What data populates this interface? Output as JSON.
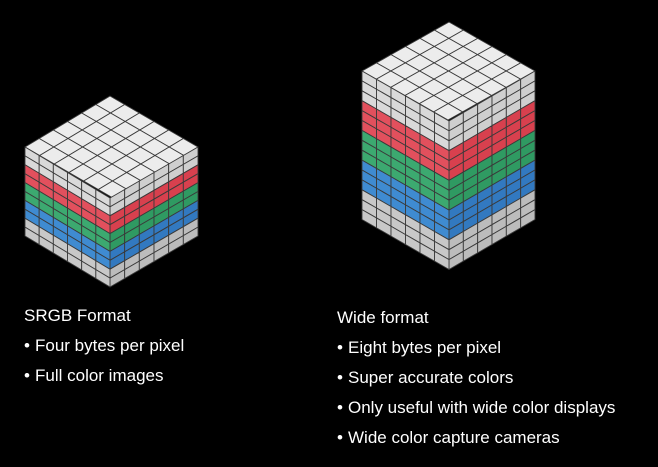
{
  "background": "#000000",
  "colors": {
    "white_layer": {
      "top": "#ececec",
      "left": "#d9d9d9",
      "right": "#cfcfcf"
    },
    "red_layer": {
      "left": "#e2505d",
      "right": "#d8404e"
    },
    "green_layer": {
      "left": "#3ca970",
      "right": "#2f9a62"
    },
    "blue_layer": {
      "left": "#3f8bd1",
      "right": "#3279c0"
    },
    "gray_layer": {
      "left": "#c8c8c8",
      "right": "#bcbcbc"
    },
    "grid_line": "#3a3a3a"
  },
  "cubes": [
    {
      "id": "srgb",
      "layer_colors": [
        "red_layer",
        "green_layer",
        "blue_layer",
        "gray_layer"
      ],
      "grid_columns": 6,
      "rows_per_layer": 2,
      "title": "SRGB Format",
      "bullets": [
        "Four bytes per pixel",
        "Full color images"
      ]
    },
    {
      "id": "wide",
      "layer_colors": [
        "red_layer",
        "green_layer",
        "blue_layer",
        "gray_layer"
      ],
      "grid_columns": 6,
      "rows_per_layer": 3,
      "title": "Wide format",
      "bullets": [
        "Eight bytes per pixel",
        "Super accurate colors",
        "Only useful with wide color displays",
        "Wide color capture cameras"
      ]
    }
  ],
  "bullet_char": "•"
}
